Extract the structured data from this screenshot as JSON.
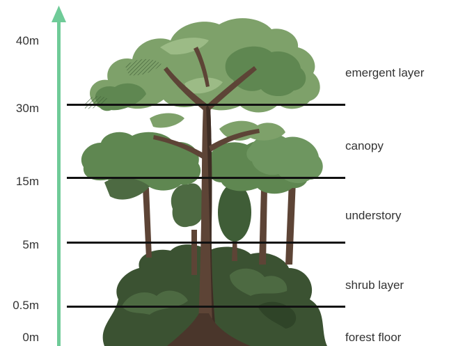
{
  "diagram": {
    "heights": [
      "40m",
      "30m",
      "15m",
      "5m",
      "0.5m",
      "0m"
    ],
    "layers": [
      "emergent layer",
      "canopy",
      "understory",
      "shrub layer",
      "forest floor"
    ]
  },
  "colors": {
    "arrow": "#6fcb98",
    "line": "#111111",
    "leaf_light": "#7ea16a",
    "leaf_mid": "#5f8751",
    "leaf_dark": "#3f5d37",
    "shrub": "#3b5232",
    "trunk": "#5d4436",
    "trunk_dark": "#3e2d24"
  }
}
